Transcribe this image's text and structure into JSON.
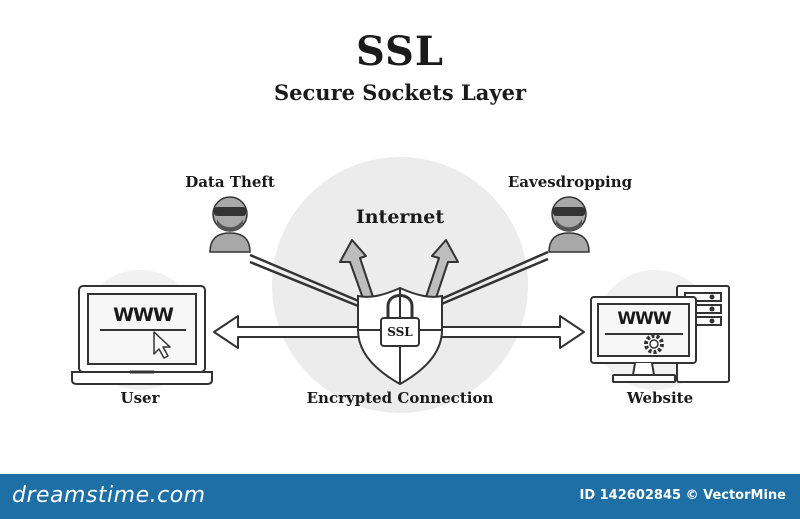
{
  "header": {
    "title": "SSL",
    "subtitle": "Secure Sockets Layer"
  },
  "diagram": {
    "internet_label": "Internet",
    "data_theft_label": "Data Theft",
    "eavesdropping_label": "Eavesdropping",
    "user_label": "User",
    "connection_label": "Encrypted Connection",
    "website_label": "Website",
    "user_screen_text": "WWW",
    "website_screen_text": "WWW",
    "lock_text": "SSL"
  },
  "footer": {
    "brand": "dreamstime.com",
    "id_text": "ID 142602845 © VectorMine"
  },
  "colors": {
    "stroke": "#333333",
    "circle_fill": "#ececec",
    "footer_bg": "#1d6fa5"
  }
}
